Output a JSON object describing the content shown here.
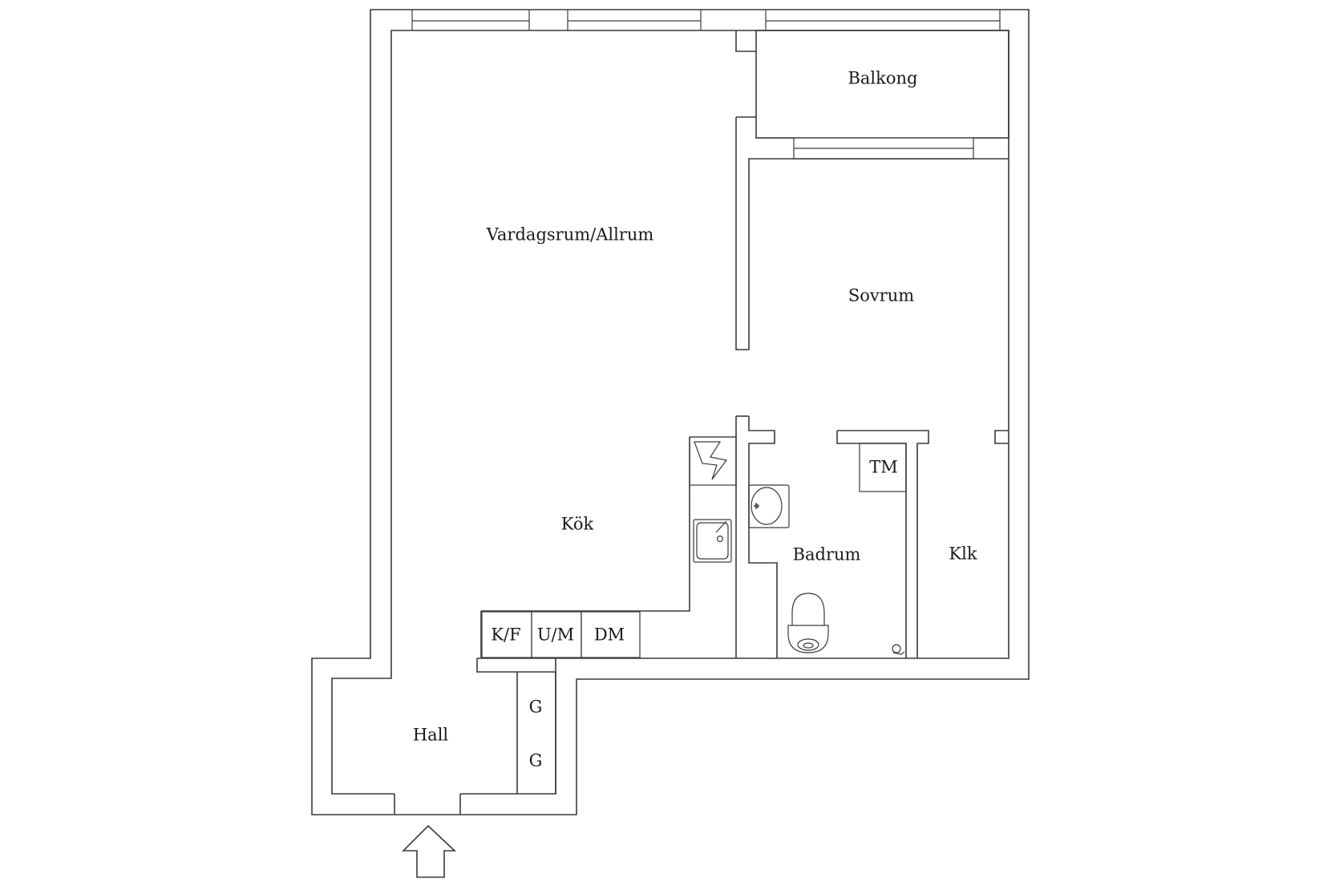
{
  "rooms": {
    "vardagsrum": "Vardagsrum/Allrum",
    "balkong": "Balkong",
    "sovrum": "Sovrum",
    "kok": "Kök",
    "badrum": "Badrum",
    "klk": "Klk",
    "hall": "Hall"
  },
  "fixtures": {
    "tm": "TM",
    "kf": "K/F",
    "um": "U/M",
    "dm": "DM",
    "g1": "G",
    "g2": "G"
  },
  "icons": [
    "entrance-arrow-icon",
    "stove-icon",
    "sink-icon",
    "washbasin-icon",
    "toilet-icon",
    "floor-drain-icon"
  ]
}
